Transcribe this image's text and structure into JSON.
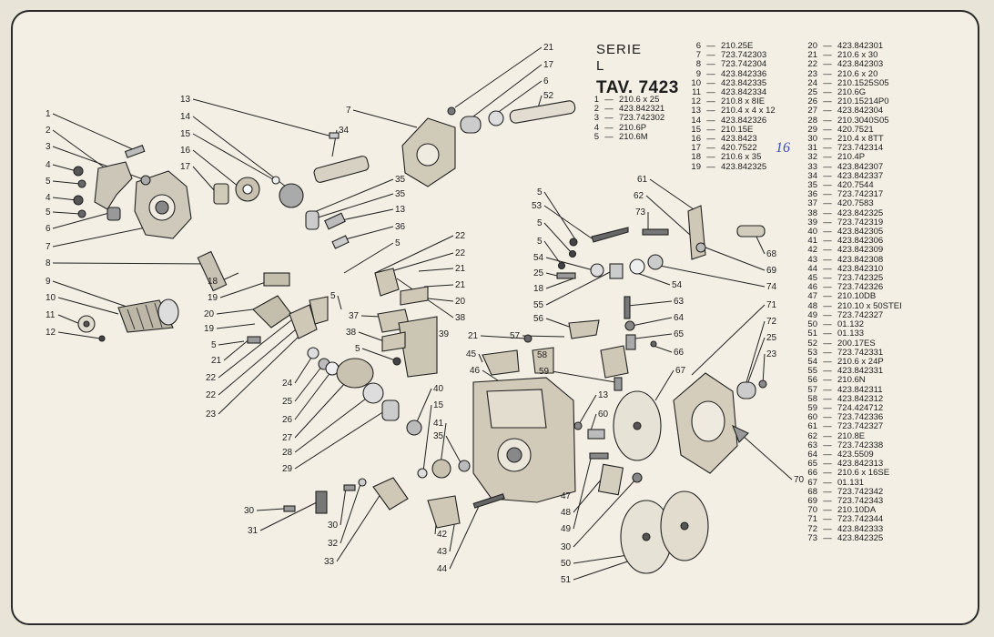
{
  "header": {
    "series": "SERIE",
    "line": "L",
    "table": "TAV. 7423"
  },
  "dash": "—",
  "handwritten": "16",
  "parts_col1": [
    {
      "n": "1",
      "c": "210.6 x 25"
    },
    {
      "n": "2",
      "c": "423.842321"
    },
    {
      "n": "3",
      "c": "723.742302"
    },
    {
      "n": "4",
      "c": "210.6P"
    },
    {
      "n": "5",
      "c": "210.6M"
    }
  ],
  "parts_col2": [
    {
      "n": "6",
      "c": "210.25E"
    },
    {
      "n": "7",
      "c": "723.742303"
    },
    {
      "n": "8",
      "c": "723.742304"
    },
    {
      "n": "9",
      "c": "423.842336"
    },
    {
      "n": "10",
      "c": "423.842335"
    },
    {
      "n": "11",
      "c": "423.842334"
    },
    {
      "n": "12",
      "c": "210.8 x 8IE"
    },
    {
      "n": "13",
      "c": "210.4 x 4 x 12"
    },
    {
      "n": "14",
      "c": "423.842326"
    },
    {
      "n": "15",
      "c": "210.15E"
    },
    {
      "n": "16",
      "c": "423.8423"
    },
    {
      "n": "17",
      "c": "420.7522"
    },
    {
      "n": "18",
      "c": "210.6 x 35"
    },
    {
      "n": "19",
      "c": "423.842325"
    }
  ],
  "parts_col3": [
    {
      "n": "20",
      "c": "423.842301"
    },
    {
      "n": "21",
      "c": "210.6 x 30"
    },
    {
      "n": "22",
      "c": "423.842303"
    },
    {
      "n": "23",
      "c": "210.6 x 20"
    },
    {
      "n": "24",
      "c": "210.1525S05"
    },
    {
      "n": "25",
      "c": "210.6G"
    },
    {
      "n": "26",
      "c": "210.15214P0"
    },
    {
      "n": "27",
      "c": "423.842304"
    },
    {
      "n": "28",
      "c": "210.3040S05"
    },
    {
      "n": "29",
      "c": "420.7521"
    },
    {
      "n": "30",
      "c": "210.4 x 8TT"
    },
    {
      "n": "31",
      "c": "723.742314"
    },
    {
      "n": "32",
      "c": "210.4P"
    },
    {
      "n": "33",
      "c": "423.842307"
    },
    {
      "n": "34",
      "c": "423.842337"
    },
    {
      "n": "35",
      "c": "420.7544"
    },
    {
      "n": "36",
      "c": "723.742317"
    },
    {
      "n": "37",
      "c": "420.7583"
    },
    {
      "n": "38",
      "c": "423.842325"
    },
    {
      "n": "39",
      "c": "723.742319"
    },
    {
      "n": "40",
      "c": "423.842305"
    },
    {
      "n": "41",
      "c": "423.842306"
    },
    {
      "n": "42",
      "c": "423.842309"
    },
    {
      "n": "43",
      "c": "423.842308"
    },
    {
      "n": "44",
      "c": "423.842310"
    },
    {
      "n": "45",
      "c": "723.742325"
    },
    {
      "n": "46",
      "c": "723.742326"
    },
    {
      "n": "47",
      "c": "210.10DB"
    },
    {
      "n": "48",
      "c": "210.10 x 50STEI"
    },
    {
      "n": "49",
      "c": "723.742327"
    },
    {
      "n": "50",
      "c": "01.132"
    },
    {
      "n": "51",
      "c": "01.133"
    },
    {
      "n": "52",
      "c": "200.17ES"
    },
    {
      "n": "53",
      "c": "723.742331"
    },
    {
      "n": "54",
      "c": "210.6 x 24P"
    },
    {
      "n": "55",
      "c": "423.842331"
    },
    {
      "n": "56",
      "c": "210.6N"
    },
    {
      "n": "57",
      "c": "423.842311"
    },
    {
      "n": "58",
      "c": "423.842312"
    },
    {
      "n": "59",
      "c": "724.424712"
    },
    {
      "n": "60",
      "c": "723.742336"
    },
    {
      "n": "61",
      "c": "723.742327"
    },
    {
      "n": "62",
      "c": "210.8E"
    },
    {
      "n": "63",
      "c": "723.742338"
    },
    {
      "n": "64",
      "c": "423.5509"
    },
    {
      "n": "65",
      "c": "423.842313"
    },
    {
      "n": "66",
      "c": "210.6 x 16SE"
    },
    {
      "n": "67",
      "c": "01.131"
    },
    {
      "n": "68",
      "c": "723.742342"
    },
    {
      "n": "69",
      "c": "723.742343"
    },
    {
      "n": "70",
      "c": "210.10DA"
    },
    {
      "n": "71",
      "c": "723.742344"
    },
    {
      "n": "72",
      "c": "423.842333"
    },
    {
      "n": "73",
      "c": "423.842325"
    }
  ],
  "callouts": [
    {
      "t": "21",
      "n": "callout-21"
    },
    {
      "t": "17",
      "n": "callout-17"
    },
    {
      "t": "6",
      "n": "callout-6"
    },
    {
      "t": "52",
      "n": "callout-52"
    },
    {
      "t": "13",
      "n": "callout-13"
    },
    {
      "t": "14",
      "n": "callout-14"
    },
    {
      "t": "34",
      "n": "callout-34"
    },
    {
      "t": "7",
      "n": "callout-7"
    },
    {
      "t": "1",
      "n": "callout-1"
    },
    {
      "t": "2",
      "n": "callout-2"
    },
    {
      "t": "3",
      "n": "callout-3"
    },
    {
      "t": "4",
      "n": "callout-4"
    },
    {
      "t": "5",
      "n": "callout-5"
    },
    {
      "t": "4",
      "n": "callout-4b"
    },
    {
      "t": "5",
      "n": "callout-5b"
    },
    {
      "t": "6",
      "n": "callout-6b"
    },
    {
      "t": "7",
      "n": "callout-7b"
    },
    {
      "t": "8",
      "n": "callout-8"
    },
    {
      "t": "9",
      "n": "callout-9"
    },
    {
      "t": "10",
      "n": "callout-10"
    },
    {
      "t": "11",
      "n": "callout-11"
    },
    {
      "t": "12",
      "n": "callout-12"
    },
    {
      "t": "15",
      "n": "callout-15"
    },
    {
      "t": "16",
      "n": "callout-16"
    },
    {
      "t": "17",
      "n": "callout-17b"
    },
    {
      "t": "35",
      "n": "callout-35"
    },
    {
      "t": "35",
      "n": "callout-35b"
    },
    {
      "t": "13",
      "n": "callout-13b"
    },
    {
      "t": "36",
      "n": "callout-36"
    },
    {
      "t": "5",
      "n": "callout-5c"
    },
    {
      "t": "18",
      "n": "callout-18"
    },
    {
      "t": "19",
      "n": "callout-19"
    },
    {
      "t": "20",
      "n": "callout-20"
    },
    {
      "t": "19",
      "n": "callout-19b"
    },
    {
      "t": "5",
      "n": "callout-5d"
    },
    {
      "t": "21",
      "n": "callout-21b"
    },
    {
      "t": "22",
      "n": "callout-22"
    },
    {
      "t": "22",
      "n": "callout-22b"
    },
    {
      "t": "23",
      "n": "callout-23"
    },
    {
      "t": "24",
      "n": "callout-24"
    },
    {
      "t": "25",
      "n": "callout-25"
    },
    {
      "t": "26",
      "n": "callout-26"
    },
    {
      "t": "27",
      "n": "callout-27"
    },
    {
      "t": "28",
      "n": "callout-28"
    },
    {
      "t": "29",
      "n": "callout-29"
    },
    {
      "t": "22",
      "n": "callout-22c"
    },
    {
      "t": "22",
      "n": "callout-22d"
    },
    {
      "t": "21",
      "n": "callout-21c"
    },
    {
      "t": "21",
      "n": "callout-21d"
    },
    {
      "t": "20",
      "n": "callout-20b"
    },
    {
      "t": "38",
      "n": "callout-38"
    },
    {
      "t": "37",
      "n": "callout-37"
    },
    {
      "t": "5",
      "n": "callout-5e"
    },
    {
      "t": "38",
      "n": "callout-38b"
    },
    {
      "t": "5",
      "n": "callout-5f"
    },
    {
      "t": "39",
      "n": "callout-39"
    },
    {
      "t": "40",
      "n": "callout-40"
    },
    {
      "t": "15",
      "n": "callout-15b"
    },
    {
      "t": "41",
      "n": "callout-41"
    },
    {
      "t": "35",
      "n": "callout-35c"
    },
    {
      "t": "30",
      "n": "callout-30"
    },
    {
      "t": "31",
      "n": "callout-31"
    },
    {
      "t": "30",
      "n": "callout-30b"
    },
    {
      "t": "32",
      "n": "callout-32"
    },
    {
      "t": "33",
      "n": "callout-33"
    },
    {
      "t": "42",
      "n": "callout-42"
    },
    {
      "t": "43",
      "n": "callout-43"
    },
    {
      "t": "44",
      "n": "callout-44"
    },
    {
      "t": "45",
      "n": "callout-45"
    },
    {
      "t": "46",
      "n": "callout-46"
    },
    {
      "t": "21",
      "n": "callout-21e"
    },
    {
      "t": "57",
      "n": "callout-57"
    },
    {
      "t": "58",
      "n": "callout-58"
    },
    {
      "t": "59",
      "n": "callout-59"
    },
    {
      "t": "13",
      "n": "callout-13c"
    },
    {
      "t": "60",
      "n": "callout-60"
    },
    {
      "t": "47",
      "n": "callout-47"
    },
    {
      "t": "48",
      "n": "callout-48"
    },
    {
      "t": "49",
      "n": "callout-49"
    },
    {
      "t": "30",
      "n": "callout-30c"
    },
    {
      "t": "50",
      "n": "callout-50"
    },
    {
      "t": "51",
      "n": "callout-51"
    },
    {
      "t": "5",
      "n": "callout-5g"
    },
    {
      "t": "53",
      "n": "callout-53"
    },
    {
      "t": "5",
      "n": "callout-5h"
    },
    {
      "t": "5",
      "n": "callout-5i"
    },
    {
      "t": "54",
      "n": "callout-54"
    },
    {
      "t": "25",
      "n": "callout-25b"
    },
    {
      "t": "18",
      "n": "callout-18b"
    },
    {
      "t": "55",
      "n": "callout-55"
    },
    {
      "t": "56",
      "n": "callout-56"
    },
    {
      "t": "54",
      "n": "callout-54b"
    },
    {
      "t": "73",
      "n": "callout-73"
    },
    {
      "t": "62",
      "n": "callout-62"
    },
    {
      "t": "61",
      "n": "callout-61"
    },
    {
      "t": "63",
      "n": "callout-63"
    },
    {
      "t": "64",
      "n": "callout-64"
    },
    {
      "t": "65",
      "n": "callout-65"
    },
    {
      "t": "66",
      "n": "callout-66"
    },
    {
      "t": "67",
      "n": "callout-67"
    },
    {
      "t": "68",
      "n": "callout-68"
    },
    {
      "t": "69",
      "n": "callout-69"
    },
    {
      "t": "74",
      "n": "callout-74"
    },
    {
      "t": "71",
      "n": "callout-71"
    },
    {
      "t": "72",
      "n": "callout-72"
    },
    {
      "t": "25",
      "n": "callout-25c"
    },
    {
      "t": "23",
      "n": "callout-23b"
    },
    {
      "t": "70",
      "n": "callout-70"
    }
  ]
}
